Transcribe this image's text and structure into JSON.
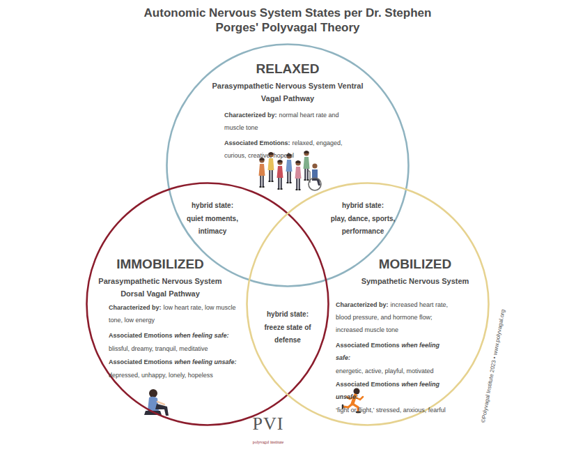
{
  "diagram": {
    "title": "Autonomic Nervous System States per Dr. Stephen Porges' Polyvagal Theory",
    "nodes": [
      {
        "text": [
          "RELAXED",
          "Parasympathetic Nervous System Ventral Vagal Pathway",
          "Characterized by:",
          "normal heart rate and muscle tone",
          "Associated Emotions:",
          "relaxed, engaged, curious, creative, hopeful"
        ]
      },
      {
        "text": [
          "IMMOBILIZED",
          "Parasympathetic Nervous System Dorsal Vagal Pathway",
          "Characterized by:",
          "low heart rate, low muscle tone, low energy",
          "Associated Emotions",
          "when feeling safe:",
          "blissful, dreamy, tranquil, meditative",
          "Associated Emotions",
          "when feeling unsafe:",
          "depressed, unhappy, lonely, hopeless"
        ]
      },
      {
        "text": [
          "MOBILIZED",
          "Sympathetic Nervous System",
          "Characterized by:",
          "increased heart rate, blood pressure, and hormone flow; increased muscle tone",
          "Associated Emotions",
          "when feeling safe:",
          "energetic, active, playful, motivated",
          "Associated Emotions",
          "when feeling unsafe:",
          "‘fight or flight,’ stressed, anxious, fearful"
        ]
      }
    ],
    "labels": [
      "hybrid state:",
      "quiet moments, intimacy",
      "hybrid state:",
      "play, dance, sports, performance",
      "hybrid state:",
      "freeze state of defense",
      "PVI",
      "polyvagal institute",
      "©Polyvagal Institute 2023 • www.polyvagal.org"
    ]
  }
}
